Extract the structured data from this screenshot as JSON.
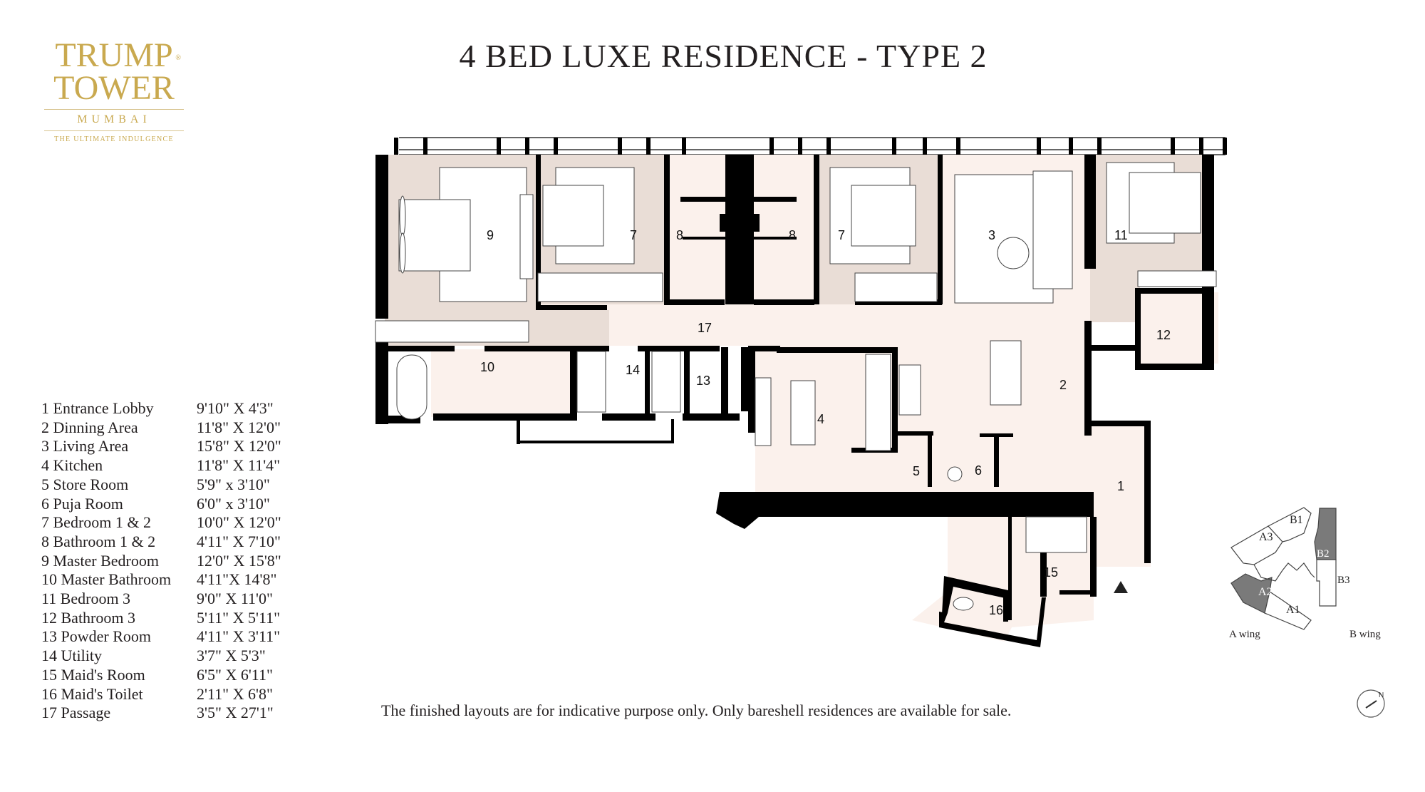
{
  "logo": {
    "line1": "TRUMP",
    "line2": "TOWER",
    "registered": "®",
    "city": "MUMBAI",
    "tagline": "THE ULTIMATE INDULGENCE"
  },
  "title": "4 BED LUXE RESIDENCE - TYPE 2",
  "legend": [
    {
      "num": "1",
      "name": "Entrance Lobby",
      "dim": "9'10\" X 4'3\""
    },
    {
      "num": "2",
      "name": "Dinning Area",
      "dim": "11'8\" X 12'0\""
    },
    {
      "num": "3",
      "name": "Living Area",
      "dim": "15'8\" X 12'0\""
    },
    {
      "num": "4",
      "name": "Kitchen",
      "dim": "11'8\" X 11'4\""
    },
    {
      "num": "5",
      "name": "Store Room",
      "dim": "5'9\" x 3'10\""
    },
    {
      "num": "6",
      "name": "Puja Room",
      "dim": "6'0\" x 3'10\""
    },
    {
      "num": "7",
      "name": "Bedroom 1 & 2",
      "dim": "10'0\" X 12'0\""
    },
    {
      "num": "8",
      "name": "Bathroom 1 & 2",
      "dim": "4'11\" X 7'10\""
    },
    {
      "num": "9",
      "name": "Master Bedroom",
      "dim": "12'0\" X 15'8\""
    },
    {
      "num": "10",
      "name": "Master Bathroom",
      "dim": "4'11\"X 14'8\""
    },
    {
      "num": "11",
      "name": "Bedroom 3",
      "dim": "9'0\" X 11'0\""
    },
    {
      "num": "12",
      "name": "Bathroom 3",
      "dim": "5'11\" X 5'11\""
    },
    {
      "num": "13",
      "name": "Powder Room",
      "dim": "4'11\" X 3'11\""
    },
    {
      "num": "14",
      "name": "Utility",
      "dim": "3'7\" X 5'3\""
    },
    {
      "num": "15",
      "name": "Maid's Room",
      "dim": "6'5\" X 6'11\""
    },
    {
      "num": "16",
      "name": "Maid's Toilet",
      "dim": "2'11\" X 6'8\""
    },
    {
      "num": "17",
      "name": "Passage",
      "dim": "3'5\" X 27'1\""
    }
  ],
  "plan": {
    "labels": {
      "r9": "9",
      "r7a": "7",
      "r8a": "8",
      "r8b": "8",
      "r7b": "7",
      "r3": "3",
      "r11": "11",
      "r17": "17",
      "r12": "12",
      "r10": "10",
      "r14": "14",
      "r13": "13",
      "r2": "2",
      "r4": "4",
      "r5": "5",
      "r6": "6",
      "r1": "1",
      "r15": "15",
      "r16": "16"
    },
    "colors": {
      "bedroom_fill": "#e9ddd6",
      "common_fill": "#fbf1ec",
      "wall": "#000000"
    }
  },
  "key_plan": {
    "units": [
      "A1",
      "A2",
      "A3",
      "B1",
      "B2",
      "B3"
    ],
    "highlighted": [
      "A2",
      "B2"
    ],
    "highlight_color": "#7a7a7a",
    "wing_a": "A wing",
    "wing_b": "B wing"
  },
  "compass": {
    "north_label": "N"
  },
  "disclaimer": "The finished layouts are for indicative purpose only. Only bareshell residences are available for sale."
}
